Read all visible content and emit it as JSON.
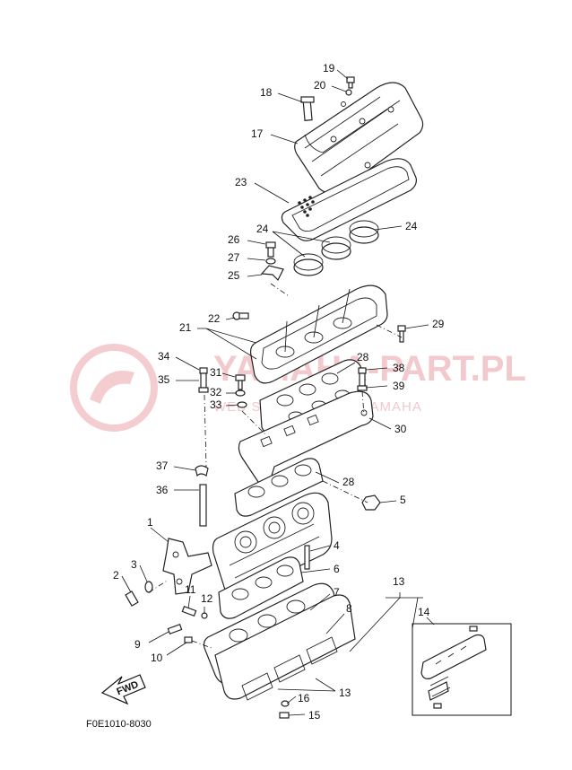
{
  "diagram": {
    "drawing_code": "F0E1010-8030",
    "fwd_label": "FWD",
    "watermark": {
      "brand": "YAMAHAPARTPL",
      "site": "YAMAHA-PART.PL",
      "tagline": "WEB SHOP DEALER YAMAHA"
    },
    "callouts": [
      {
        "id": "19",
        "text": "19"
      },
      {
        "id": "20",
        "text": "20"
      },
      {
        "id": "18",
        "text": "18"
      },
      {
        "id": "17",
        "text": "17"
      },
      {
        "id": "23",
        "text": "23"
      },
      {
        "id": "24a",
        "text": "24"
      },
      {
        "id": "24b",
        "text": "24"
      },
      {
        "id": "26",
        "text": "26"
      },
      {
        "id": "27",
        "text": "27"
      },
      {
        "id": "25",
        "text": "25"
      },
      {
        "id": "22",
        "text": "22"
      },
      {
        "id": "21",
        "text": "21"
      },
      {
        "id": "29",
        "text": "29"
      },
      {
        "id": "34",
        "text": "34"
      },
      {
        "id": "28a",
        "text": "28"
      },
      {
        "id": "31",
        "text": "31"
      },
      {
        "id": "38",
        "text": "38"
      },
      {
        "id": "35",
        "text": "35"
      },
      {
        "id": "39",
        "text": "39"
      },
      {
        "id": "32",
        "text": "32"
      },
      {
        "id": "33",
        "text": "33"
      },
      {
        "id": "30",
        "text": "30"
      },
      {
        "id": "37",
        "text": "37"
      },
      {
        "id": "28b",
        "text": "28"
      },
      {
        "id": "36",
        "text": "36"
      },
      {
        "id": "5",
        "text": "5"
      },
      {
        "id": "1",
        "text": "1"
      },
      {
        "id": "4",
        "text": "4"
      },
      {
        "id": "3",
        "text": "3"
      },
      {
        "id": "6",
        "text": "6"
      },
      {
        "id": "2",
        "text": "2"
      },
      {
        "id": "13a",
        "text": "13"
      },
      {
        "id": "11",
        "text": "11"
      },
      {
        "id": "12",
        "text": "12"
      },
      {
        "id": "7",
        "text": "7"
      },
      {
        "id": "14",
        "text": "14"
      },
      {
        "id": "8",
        "text": "8"
      },
      {
        "id": "9",
        "text": "9"
      },
      {
        "id": "10",
        "text": "10"
      },
      {
        "id": "13b",
        "text": "13"
      },
      {
        "id": "16",
        "text": "16"
      },
      {
        "id": "15",
        "text": "15"
      }
    ]
  }
}
